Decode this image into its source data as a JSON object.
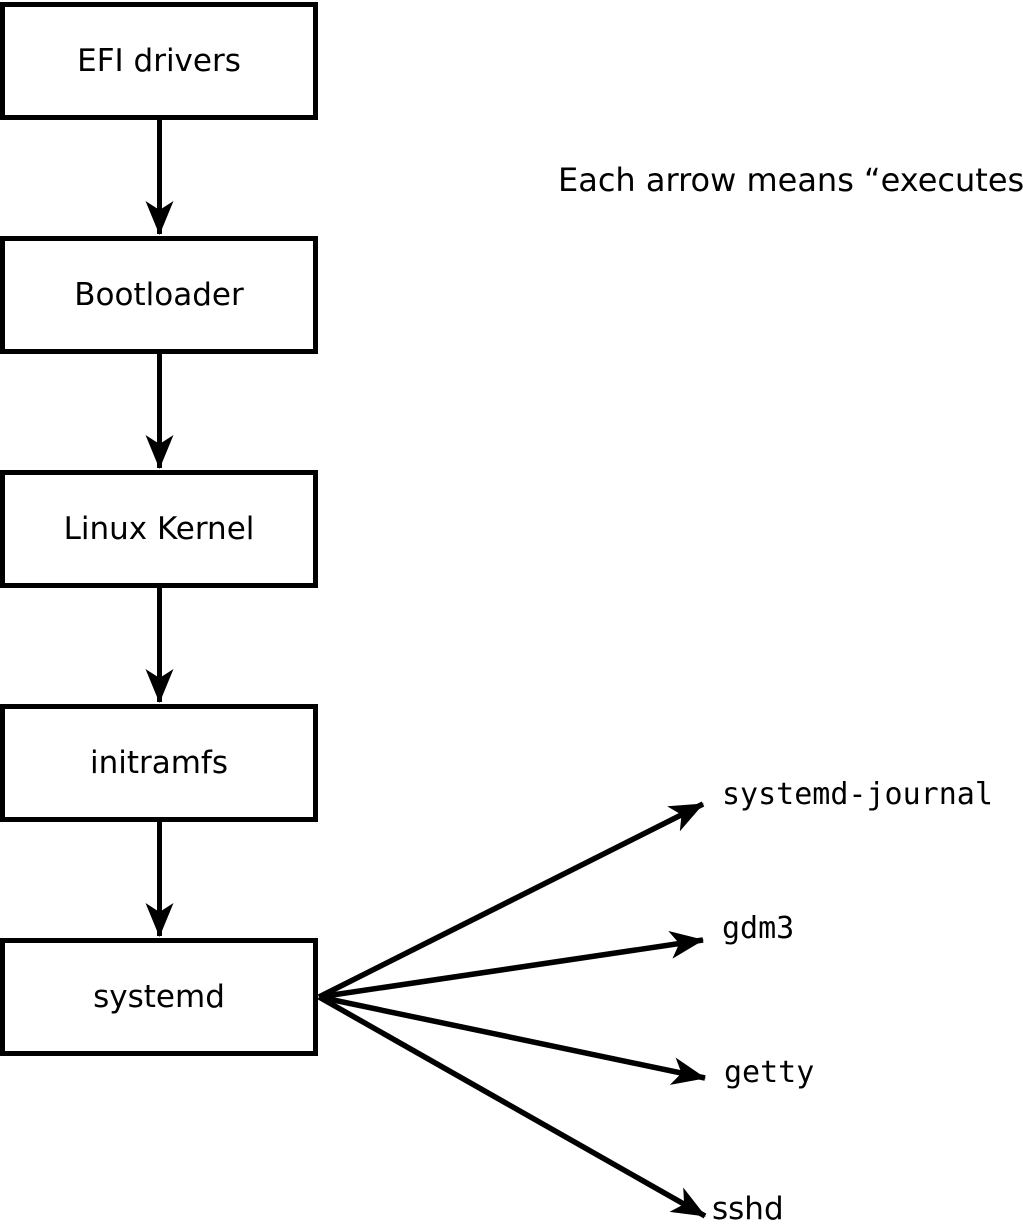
{
  "annotation": {
    "text": "Each arrow means “executes”."
  },
  "nodes": [
    {
      "id": "efi-drivers",
      "label": "EFI drivers"
    },
    {
      "id": "bootloader",
      "label": "Bootloader"
    },
    {
      "id": "linux-kernel",
      "label": "Linux Kernel"
    },
    {
      "id": "initramfs",
      "label": "initramfs"
    },
    {
      "id": "systemd",
      "label": "systemd"
    }
  ],
  "spawned_processes": [
    {
      "id": "systemd-journal",
      "label": "systemd-journal"
    },
    {
      "id": "gdm3",
      "label": "gdm3"
    },
    {
      "id": "getty",
      "label": "getty"
    },
    {
      "id": "sshd",
      "label": "sshd"
    }
  ],
  "colors": {
    "line": "#000000",
    "background": "#ffffff"
  }
}
